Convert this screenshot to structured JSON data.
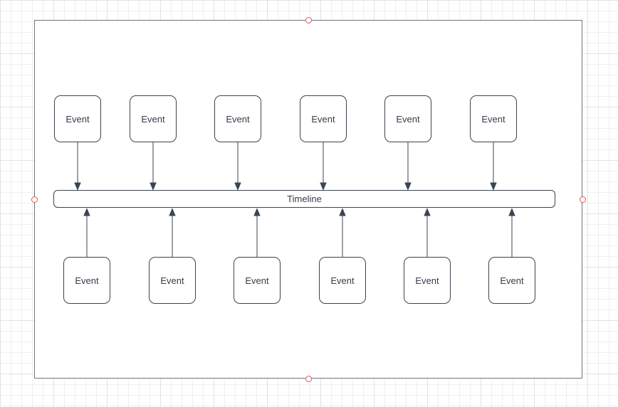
{
  "theme": {
    "stroke": "#3b4450",
    "text": "#343d49",
    "shape-fill": "#ffffff",
    "page-border": "#6e757c",
    "grid-minor": "#efefef",
    "grid-major": "#e2e2e2",
    "handle": "#e2575c"
  },
  "diagram": {
    "timeline_label": "Timeline",
    "top_events": [
      "Event",
      "Event",
      "Event",
      "Event",
      "Event",
      "Event"
    ],
    "bottom_events": [
      "Event",
      "Event",
      "Event",
      "Event",
      "Event",
      "Event"
    ]
  }
}
